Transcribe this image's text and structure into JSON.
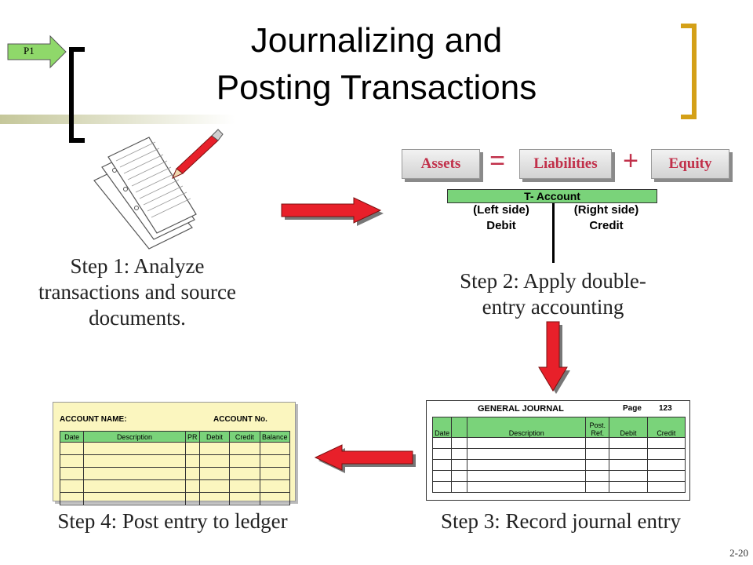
{
  "badge": "P1",
  "title_line1": "Journalizing and",
  "title_line2": "Posting Transactions",
  "step1": [
    "Step 1: Analyze",
    "transactions and source",
    "documents."
  ],
  "step2": [
    "Step 2: Apply double-",
    "entry accounting"
  ],
  "step3": "Step 3: Record journal entry",
  "step4": "Step 4: Post entry to ledger",
  "equation": {
    "assets": "Assets",
    "equals": "=",
    "liabilities": "Liabilities",
    "plus": "+",
    "equity": "Equity"
  },
  "taccount": {
    "title": "T- Account",
    "left_side": "(Left side)",
    "left_label": "Debit",
    "right_side": "(Right side)",
    "right_label": "Credit"
  },
  "journal": {
    "title": "GENERAL JOURNAL",
    "page_label": "Page",
    "page_no": "123",
    "col_date": "Date",
    "col_desc": "Description",
    "col_postref": "Post. Ref.",
    "col_debit": "Debit",
    "col_credit": "Credit"
  },
  "ledger": {
    "account_name": "ACCOUNT NAME:",
    "account_no": "ACCOUNT No.",
    "col_date": "Date",
    "col_desc": "Description",
    "col_pr": "PR",
    "col_debit": "Debit",
    "col_credit": "Credit",
    "col_balance": "Balance"
  },
  "slide_number": "2-20",
  "colors": {
    "accent_gold": "#d4a017",
    "arrow_red": "#e8202a",
    "badge_green": "#8fd86a",
    "ledger_bg": "#fbf6bf",
    "green_header": "#7ad37a",
    "olive_bar": "#c5c79a",
    "eq_text": "#c1304a"
  }
}
